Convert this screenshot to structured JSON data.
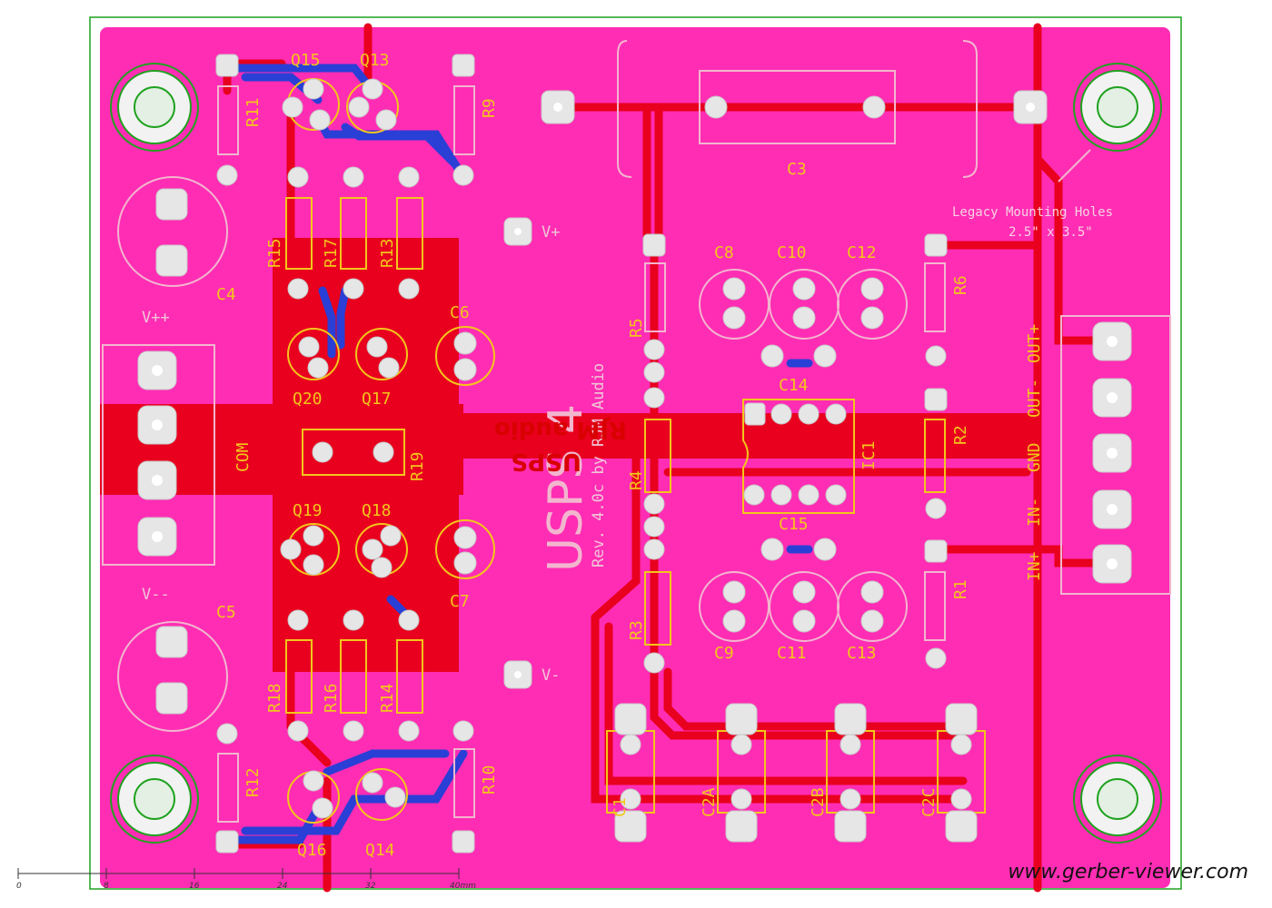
{
  "board": {
    "title_vertical": "USPS 4",
    "revision": "Rev. 4.0c by RJM Audio",
    "brand_mirrored": "RJM audio",
    "brand_mirrored_2": "USPS",
    "legacy_note_line1": "Legacy Mounting Holes",
    "legacy_note_line2": "2.5\" x 3.5\"",
    "colors": {
      "background": "#ff2db4",
      "trace_red": "#e8001e",
      "trace_blue": "#2a3fd6",
      "silk_yellow": "#f3c61b",
      "outline_green": "#1fa21f"
    }
  },
  "labels": {
    "q15": "Q15",
    "q13": "Q13",
    "q20": "Q20",
    "q17": "Q17",
    "q19": "Q19",
    "q18": "Q18",
    "q16": "Q16",
    "q14": "Q14",
    "r11": "R11",
    "r9": "R9",
    "r15": "R15",
    "r17": "R17",
    "r13": "R13",
    "r19": "R19",
    "r18": "R18",
    "r16": "R16",
    "r14": "R14",
    "r12": "R12",
    "r10": "R10",
    "r5": "R5",
    "r4": "R4",
    "r3": "R3",
    "r6": "R6",
    "r2": "R2",
    "r1": "R1",
    "c3": "C3",
    "c4": "C4",
    "c5": "C5",
    "c6": "C6",
    "c7": "C7",
    "c8": "C8",
    "c10": "C10",
    "c12": "C12",
    "c9": "C9",
    "c11": "C11",
    "c13": "C13",
    "c14": "C14",
    "c15": "C15",
    "ic1": "IC1",
    "c1": "C1",
    "c2a": "C2A",
    "c2b": "C2B",
    "c2c": "C2C",
    "vpp": "V++",
    "vmm": "V--",
    "com": "COM",
    "vplus": "V+",
    "vminus": "V-",
    "in_plus": "IN+",
    "in_minus": "IN-",
    "gnd": "GND",
    "out_minus": "OUT-",
    "out_plus": "OUT+"
  },
  "scale": {
    "ticks": [
      "0",
      "8",
      "16",
      "24",
      "32",
      "40mm"
    ]
  },
  "watermark": "www.gerber-viewer.com"
}
